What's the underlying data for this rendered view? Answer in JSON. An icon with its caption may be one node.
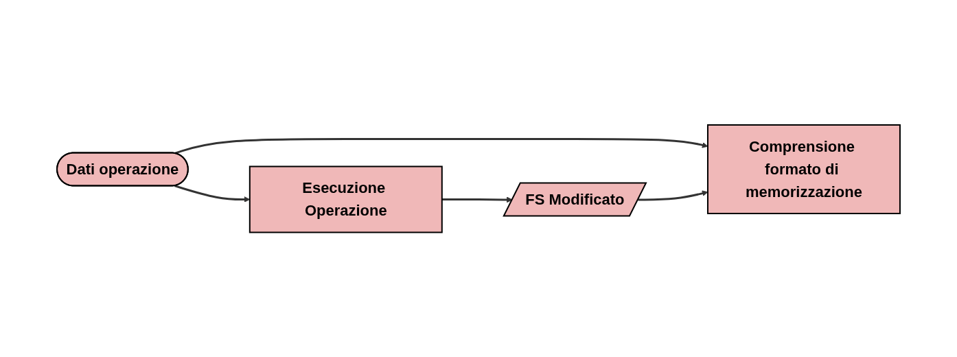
{
  "diagram": {
    "nodes": [
      {
        "text": [
          "Dati operazione"
        ]
      },
      {
        "text": [
          "Esecuzione Operazione"
        ]
      },
      {
        "text": [
          "FS Modificato"
        ]
      },
      {
        "text": [
          "Comprensione formato di memorizzazione"
        ]
      }
    ],
    "edges": [
      {
        "from": 0,
        "to": 1,
        "arrow": "to"
      },
      {
        "from": 1,
        "to": 2,
        "arrow": "to"
      },
      {
        "from": 0,
        "to": 3,
        "arrow": "to"
      },
      {
        "from": 2,
        "to": 3,
        "arrow": "to"
      }
    ]
  }
}
